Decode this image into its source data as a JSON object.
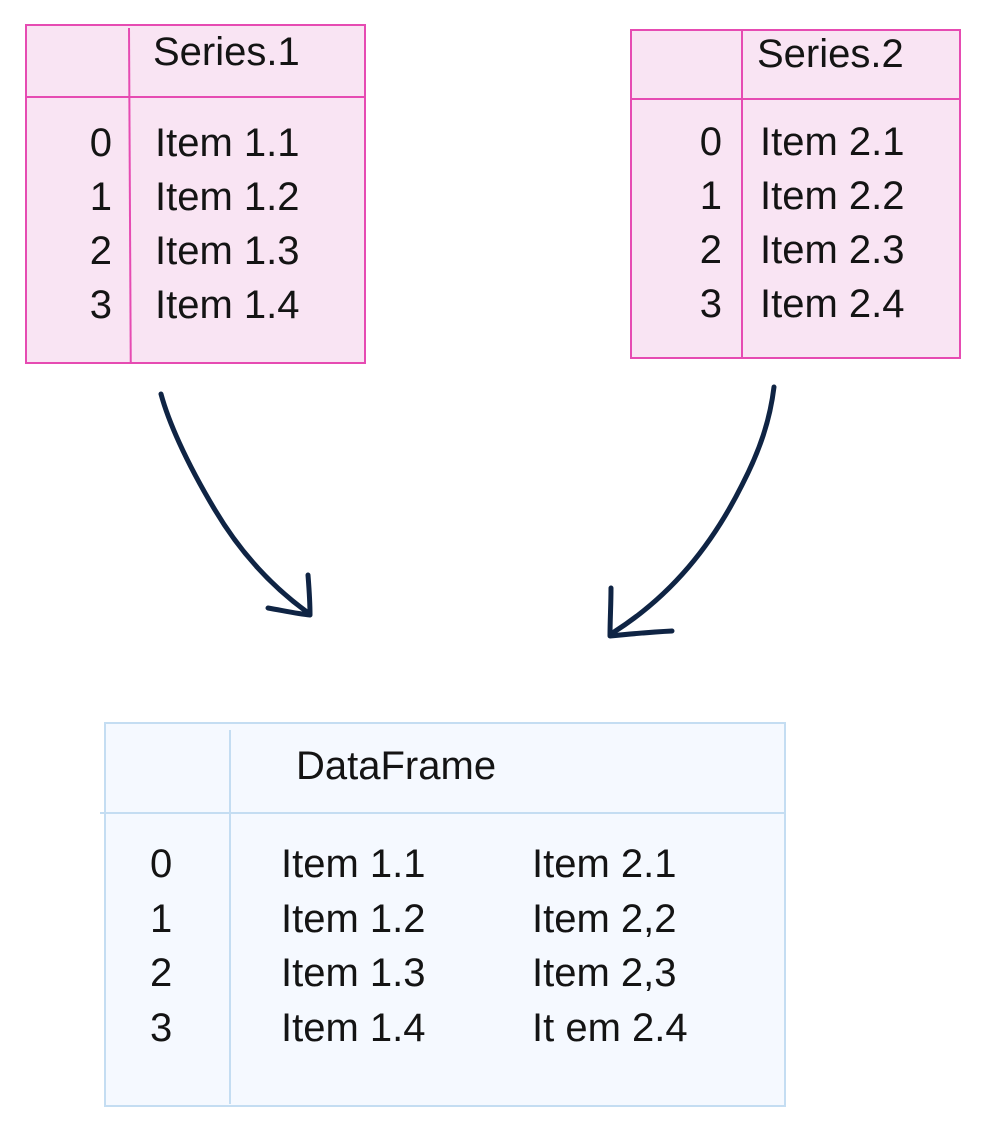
{
  "series_1": {
    "title": "Series.1",
    "index": [
      "0",
      "1",
      "2",
      "3"
    ],
    "values": [
      "Item 1.1",
      "Item 1.2",
      "Item 1.3",
      "Item 1.4"
    ]
  },
  "series_2": {
    "title": "Series.2",
    "index": [
      "0",
      "1",
      "2",
      "3"
    ],
    "values": [
      "Item 2.1",
      "Item 2.2",
      "Item 2.3",
      "Item 2.4"
    ]
  },
  "dataframe": {
    "title": "DataFrame",
    "index": [
      "0",
      "1",
      "2",
      "3"
    ],
    "column_1": [
      "Item 1.1",
      "Item 1.2",
      "Item 1.3",
      "Item 1.4"
    ],
    "column_2": [
      "Item 2.1",
      "Item 2,2",
      "Item 2,3",
      "It em 2.4"
    ]
  },
  "colors": {
    "series_fill": "#f9e4f3",
    "series_border": "#e64bb2",
    "dataframe_fill": "#f5f9ff",
    "dataframe_border": "#c4ddf2",
    "arrow": "#0f2444"
  }
}
